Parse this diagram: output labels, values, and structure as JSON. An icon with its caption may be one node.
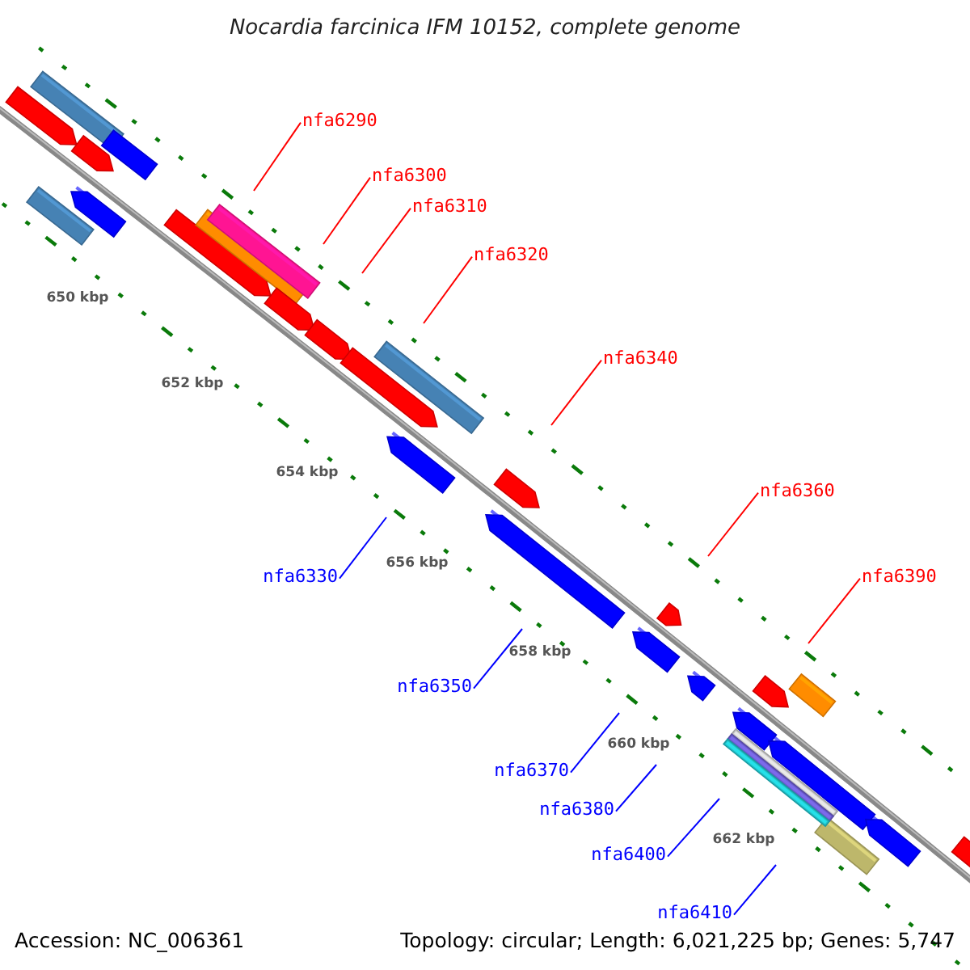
{
  "diagram": {
    "title": "Nocardia farcinica IFM 10152, complete genome",
    "nodes": [
      {
        "text": [
          "nfa6290"
        ]
      },
      {
        "text": [
          "nfa6300"
        ]
      },
      {
        "text": [
          "nfa6310"
        ]
      },
      {
        "text": [
          "nfa6320"
        ]
      },
      {
        "text": [
          "nfa6340"
        ]
      },
      {
        "text": [
          "nfa6360"
        ]
      },
      {
        "text": [
          "nfa6330"
        ]
      },
      {
        "text": [
          "nfa6390"
        ]
      },
      {
        "text": [
          "nfa6350"
        ]
      },
      {
        "text": [
          "nfa6370"
        ]
      },
      {
        "text": [
          "nfa6380"
        ]
      },
      {
        "text": [
          "nfa6400"
        ]
      },
      {
        "text": [
          "nfa6410"
        ]
      }
    ],
    "edges": [
      {
        "from": 0,
        "to": null,
        "arrow": "none"
      },
      {
        "from": 1,
        "to": null,
        "arrow": "none"
      },
      {
        "from": 2,
        "to": null,
        "arrow": "none"
      },
      {
        "from": 3,
        "to": null,
        "arrow": "none"
      },
      {
        "from": 4,
        "to": null,
        "arrow": "none"
      },
      {
        "from": 5,
        "to": null,
        "arrow": "none"
      },
      {
        "from": 6,
        "to": null,
        "arrow": "none",
        "color": "#0000ff"
      },
      {
        "from": 7,
        "to": null,
        "arrow": "none"
      },
      {
        "from": 8,
        "to": null,
        "arrow": "none",
        "color": "#0000ff"
      },
      {
        "from": 9,
        "to": null,
        "arrow": "none",
        "color": "#0000ff"
      },
      {
        "from": 10,
        "to": null,
        "arrow": "none",
        "color": "#0000ff"
      },
      {
        "from": 11,
        "to": null,
        "arrow": "none",
        "color": "#0000ff"
      },
      {
        "from": 12,
        "to": null,
        "arrow": "none",
        "color": "#0000ff"
      }
    ],
    "labels": [
      "650 kbp",
      "652 kbp",
      "654 kbp",
      "656 kbp",
      "658 kbp",
      "660 kbp",
      "662 kbp",
      "Accession: NC_006361",
      "Topology: circular; Length: 6,021,225 bp; Genes: 5,747"
    ]
  }
}
